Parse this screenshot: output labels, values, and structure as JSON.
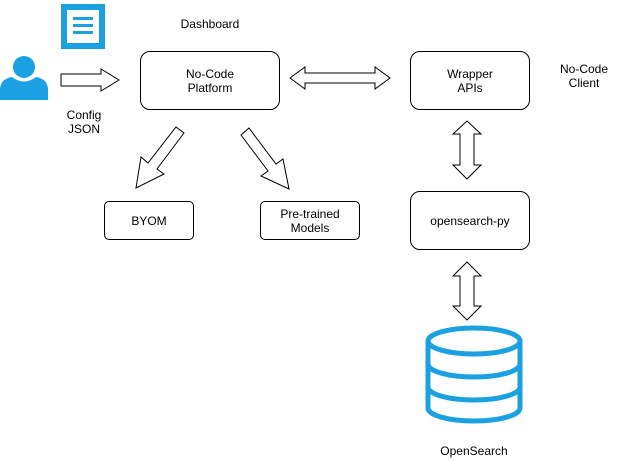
{
  "labels": {
    "dashboard": "Dashboard",
    "config": "Config",
    "json": "JSON",
    "no_code_client_line1": "No-Code",
    "no_code_client_line2": "Client",
    "opensearch": "OpenSearch"
  },
  "nodes": {
    "no_code_platform": "No-Code\nPlatform",
    "wrapper_apis": "Wrapper\nAPIs",
    "byom": "BYOM",
    "pretrained_models": "Pre-trained\nModels",
    "opensearch_py": "opensearch-py"
  },
  "icons": {
    "user": "user-icon",
    "document": "document-icon",
    "database": "database-icon"
  },
  "colors": {
    "accent": "#1ba1e2",
    "stroke": "#000000",
    "fill": "#ffffff"
  }
}
